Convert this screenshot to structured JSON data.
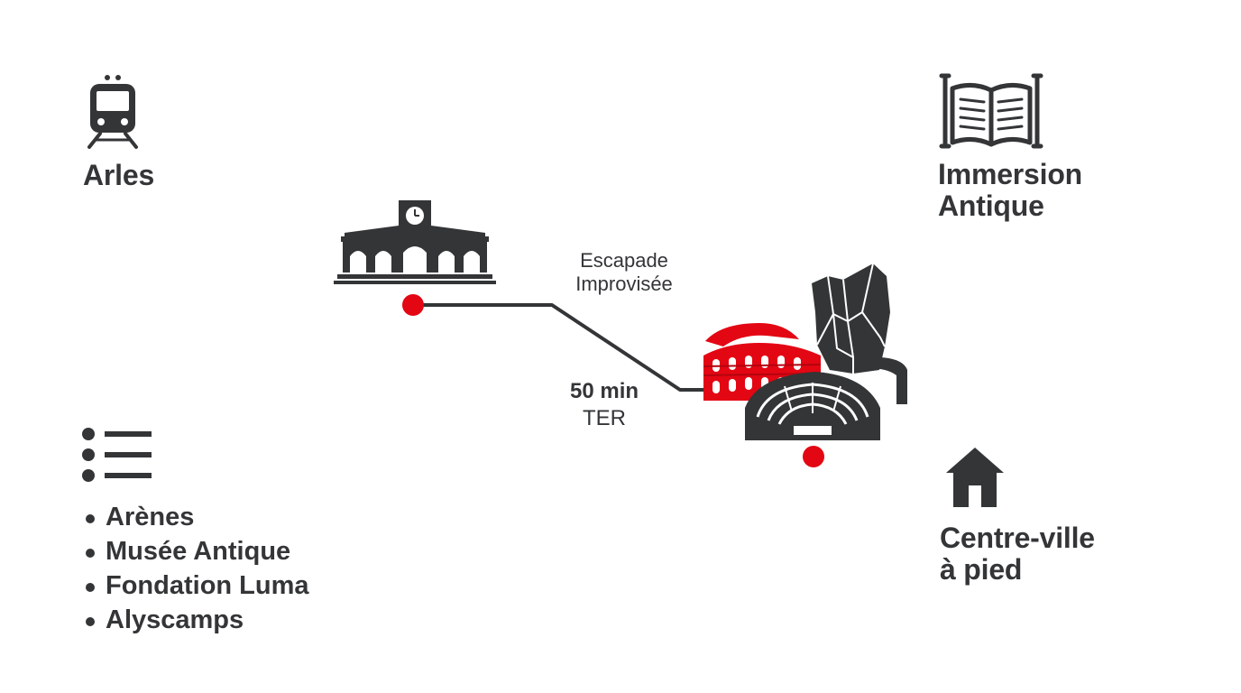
{
  "colors": {
    "ink": "#333537",
    "accent": "#e30613",
    "background": "#ffffff"
  },
  "origin": {
    "icon": "train-icon",
    "city": "Arles"
  },
  "theme": {
    "icon": "open-book-icon",
    "title_line1": "Immersion",
    "title_line2": "Antique"
  },
  "route": {
    "start_icon": "train-station-icon",
    "end_icon": "arles-monuments-icon",
    "label_line1": "Escapade",
    "label_line2": "Improvisée",
    "duration": "50 min",
    "mode": "TER"
  },
  "sites": {
    "icon": "list-icon",
    "items": [
      "Arènes",
      "Musée Antique",
      "Fondation Luma",
      "Alyscamps"
    ]
  },
  "access": {
    "icon": "house-icon",
    "line1": "Centre-ville",
    "line2": "à pied"
  }
}
